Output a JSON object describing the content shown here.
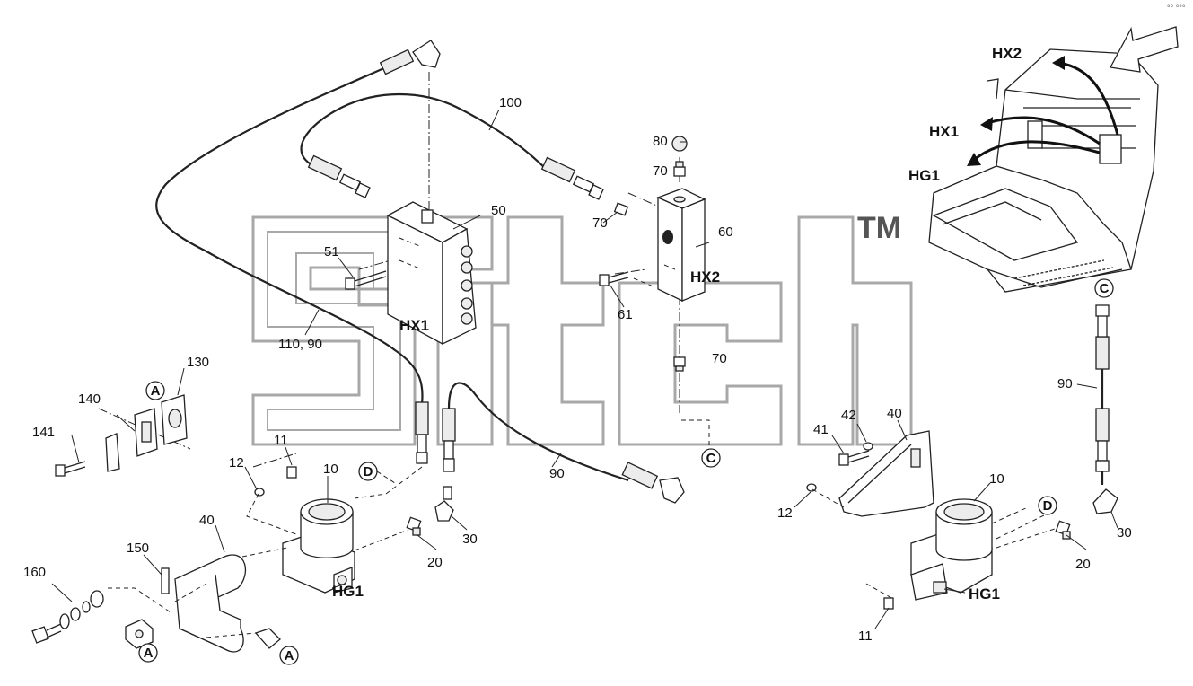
{
  "watermark": {
    "text": "sitech",
    "trademark": "TM"
  },
  "corner_mark": "°° °°°",
  "codes": {
    "hx1": "HX1",
    "hx2": "HX2",
    "hg1": "HG1"
  },
  "part_numbers": {
    "p100": "100",
    "p80": "80",
    "p70a": "70",
    "p70b": "70",
    "p70c": "70",
    "p50": "50",
    "p60": "60",
    "p51": "51",
    "p61": "61",
    "p110_90": "110, 90",
    "p130": "130",
    "p140": "140",
    "p141": "141",
    "p11a": "11",
    "p12a": "12",
    "p10a": "10",
    "p40a": "40",
    "p150": "150",
    "p160": "160",
    "p20a": "20",
    "p30a": "30",
    "p90a": "90",
    "p90b": "90",
    "p41": "41",
    "p42": "42",
    "p40b": "40",
    "p12b": "12",
    "p10b": "10",
    "p20b": "20",
    "p30b": "30",
    "p11b": "11"
  },
  "callouts": {
    "a1": "A",
    "a2": "A",
    "a3": "A",
    "c1": "C",
    "c2": "C",
    "d1": "D",
    "d2": "D"
  }
}
